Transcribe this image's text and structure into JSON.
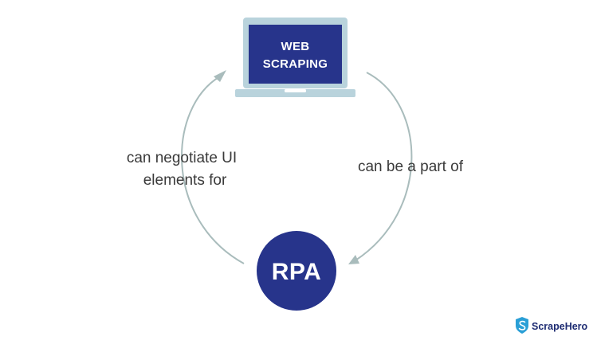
{
  "nodes": {
    "laptop": {
      "line1": "WEB",
      "line2": "SCRAPING"
    },
    "rpa": {
      "label": "RPA"
    }
  },
  "edges": {
    "right": {
      "label": "can be a part of"
    },
    "left": {
      "line1": "can negotiate UI",
      "line2": "elements for"
    }
  },
  "brand": {
    "name": "ScrapeHero"
  },
  "colors": {
    "primary": "#27348b",
    "laptop_frame": "#b9d3dc",
    "arrow": "#a9bcbc",
    "text": "#3a3a3a",
    "brand": "#1d2b72",
    "shield": "#2a9fd6"
  },
  "icons": {
    "laptop": "laptop-icon",
    "logo": "shield-s-icon"
  }
}
